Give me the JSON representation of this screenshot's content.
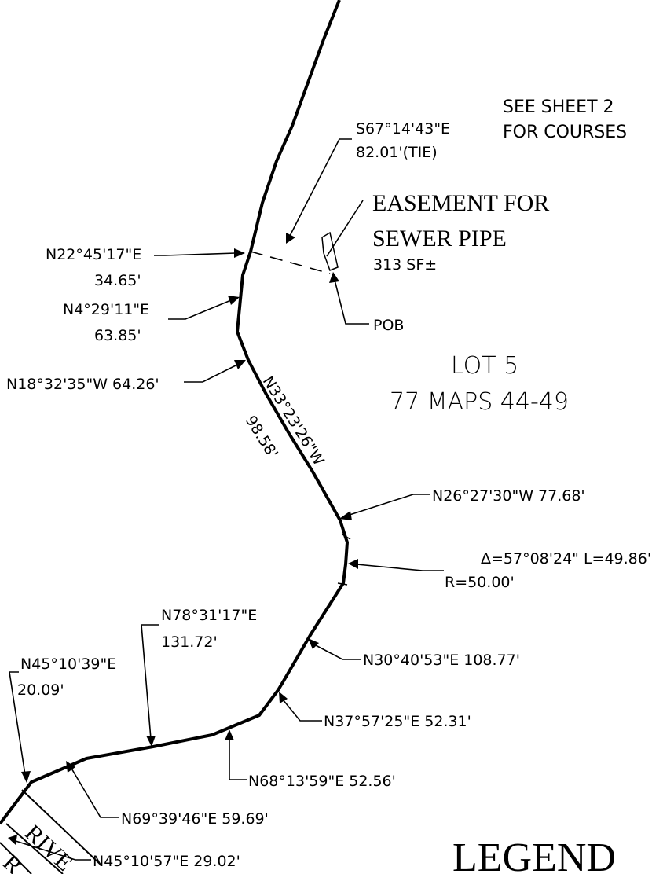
{
  "notes": {
    "see_sheet_line1": "SEE SHEET 2",
    "see_sheet_line2": "FOR COURSES",
    "tie_bearing": "S67°14'43\"E",
    "tie_distance": "82.01'(TIE)",
    "easement_line1": "EASEMENT FOR",
    "easement_line2": "SEWER PIPE",
    "easement_area": "313 SF±",
    "pob": "POB",
    "lot_line1": "LOT 5",
    "lot_line2": "77 MAPS 44-49",
    "legend": "LEGEND",
    "road_label": "RIVE",
    "road_label2": "R"
  },
  "courses": {
    "c1_bearing": "N22°45'17\"E",
    "c1_distance": "34.65'",
    "c2_bearing": "N4°29'11\"E",
    "c2_distance": "63.85'",
    "c3": "N18°32'35\"W 64.26'",
    "c4_bearing": "N33°23'26\"W",
    "c4_distance": "98.58'",
    "c5": "N26°27'30\"W 77.68'",
    "curve_delta_length": "Δ=57°08'24\"  L=49.86'",
    "curve_radius": "R=50.00'",
    "c6": "N30°40'53\"E 108.77'",
    "c7": "N37°57'25\"E 52.31'",
    "c8": "N68°13'59\"E 52.56'",
    "c9_bearing": "N78°31'17\"E",
    "c9_distance": "131.72'",
    "c10": "N69°39'46\"E 59.69'",
    "c11_bearing": "N45°10'39\"E",
    "c11_distance": "20.09'",
    "c12": "N45°10'57\"E 29.02'"
  },
  "colors": {
    "ink": "#000000",
    "paper": "#ffffff"
  }
}
